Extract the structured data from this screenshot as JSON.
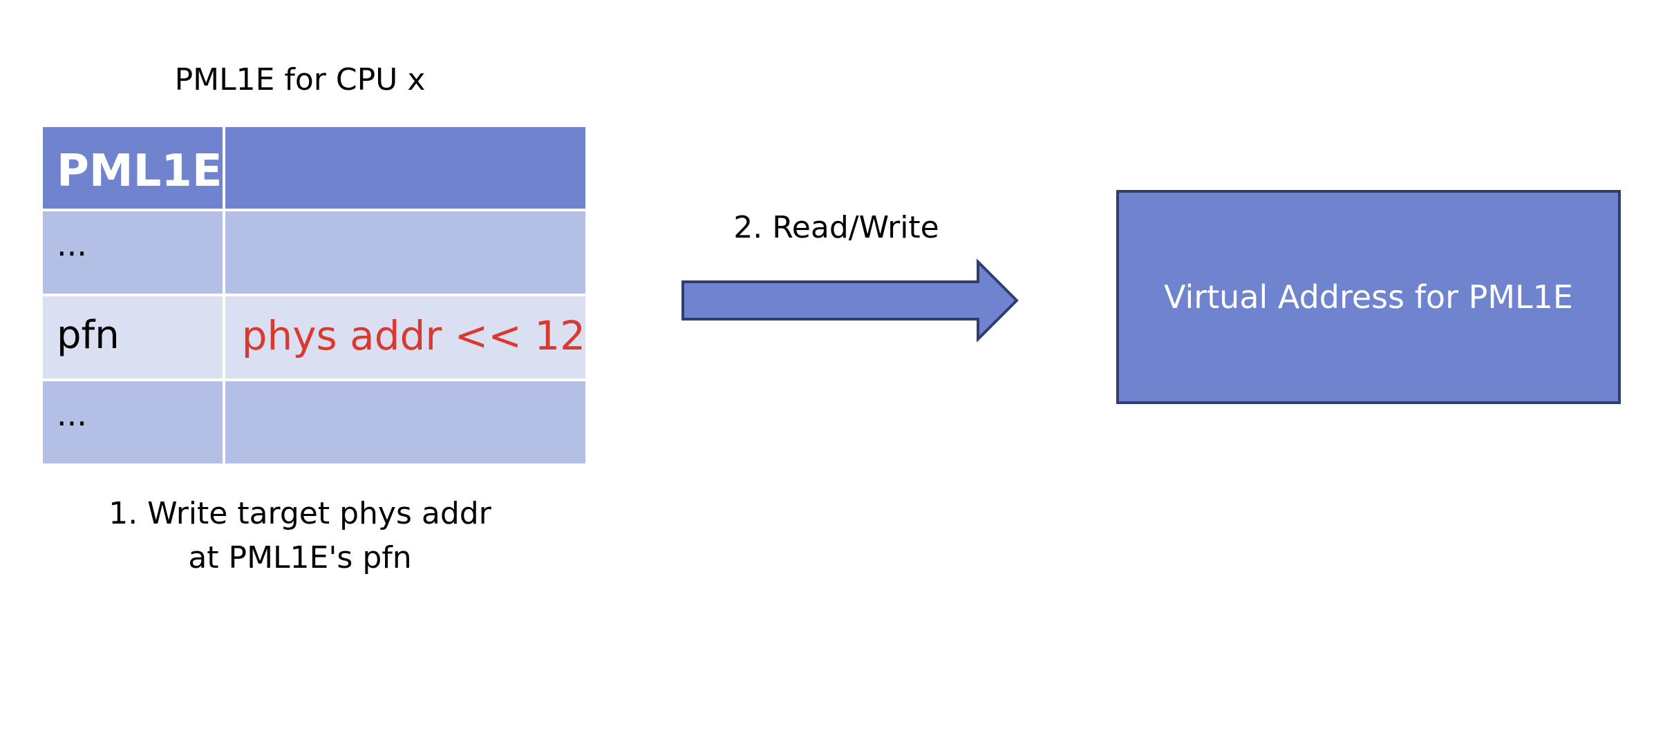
{
  "table": {
    "caption_top": "PML1E for CPU x",
    "header": "PML1E",
    "rows": [
      {
        "name": "...",
        "value": ""
      },
      {
        "name": "pfn",
        "value": "phys addr << 12"
      },
      {
        "name": "...",
        "value": ""
      }
    ],
    "caption_bottom": [
      "1. Write target phys addr",
      "at PML1E's pfn"
    ]
  },
  "arrow": {
    "label": "2. Read/Write"
  },
  "target_box": {
    "label": "Virtual Address for PML1E"
  },
  "colors": {
    "header_fill": "#6f83cf",
    "row_dark": "#b3bfe5",
    "row_light": "#dadff2",
    "highlight_text": "#d93a30",
    "border": "#2f3e6e"
  }
}
